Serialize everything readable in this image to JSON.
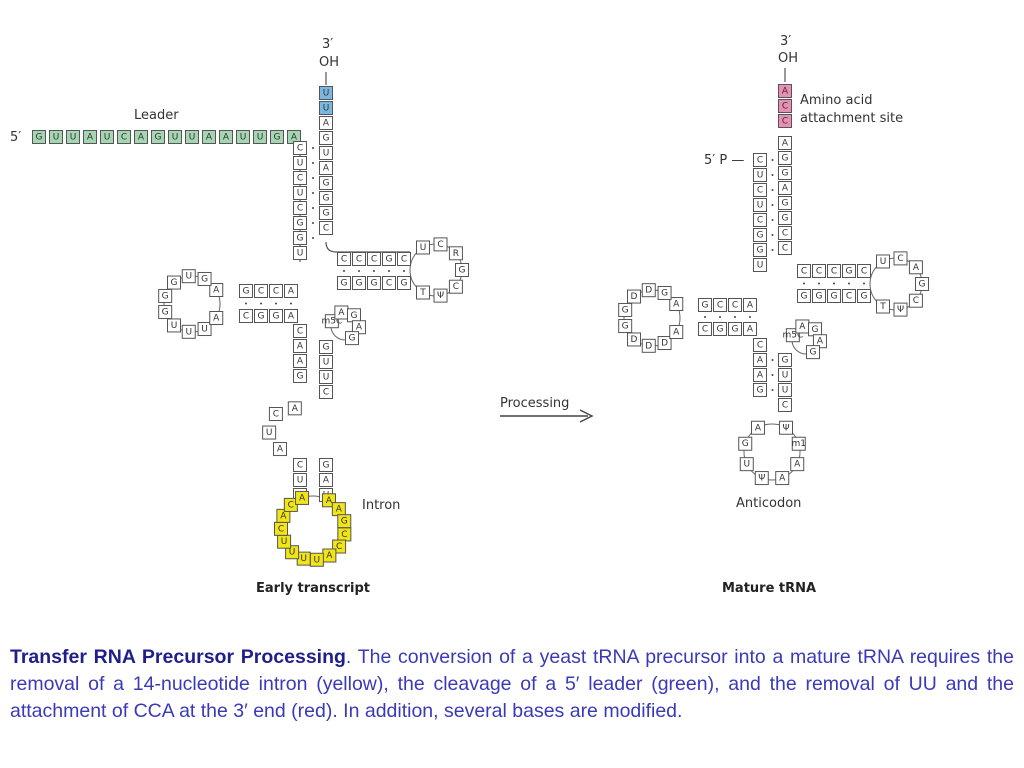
{
  "colors": {
    "leader": "#a5d6b2",
    "intron": "#f2e516",
    "uu": "#7ab8e3",
    "cca": "#e98fb3",
    "plain": "#ffffff",
    "caption_title": "#1f1f8c",
    "caption_body": "#3a3ab8"
  },
  "early": {
    "three_prime": "3′",
    "oh": "OH",
    "five_prime": "5′",
    "leader_label": "Leader",
    "intron_label": "Intron",
    "title": "Early transcript",
    "leader_seq": [
      "G",
      "U",
      "U",
      "A",
      "U",
      "C",
      "A",
      "G",
      "U",
      "U",
      "A",
      "A",
      "U",
      "U",
      "G",
      "A"
    ],
    "acceptor_3": [
      "U",
      "U",
      "A",
      "G",
      "U",
      "A",
      "G",
      "G",
      "G",
      "C"
    ],
    "acceptor_5": [
      "C",
      "U",
      "C",
      "U",
      "C",
      "G",
      "G",
      "U"
    ],
    "tpsi_stem_top": [
      "C",
      "C",
      "C",
      "G",
      "C"
    ],
    "tpsi_stem_bottom": [
      "G",
      "G",
      "G",
      "C",
      "G"
    ],
    "tpsi_loop": [
      "U",
      "C",
      "R",
      "G",
      "C",
      "Ψ",
      "T"
    ],
    "d_stem_top": [
      "A",
      "C",
      "C",
      "G"
    ],
    "d_stem_bottom": [
      "A",
      "G",
      "G",
      "C"
    ],
    "d_loop": [
      "A",
      "G",
      "U",
      "G",
      "G",
      "G",
      "U",
      "U",
      "U",
      "A"
    ],
    "variable": [
      "m5C",
      "A",
      "G",
      "A",
      "G"
    ],
    "ac_stem_left": [
      "C",
      "A",
      "A",
      "G"
    ],
    "ac_stem_right": [
      "G",
      "U",
      "U",
      "C"
    ],
    "ac_stem2_left": [
      "C",
      "U",
      "A"
    ],
    "ac_stem2_right": [
      "G",
      "A",
      "U"
    ],
    "ac_loop_white": [
      "A",
      "C",
      "U",
      "A"
    ],
    "intron_seq": [
      "A",
      "A",
      "G",
      "C",
      "C",
      "A",
      "U",
      "U",
      "U",
      "U",
      "C",
      "A",
      "C",
      "A"
    ]
  },
  "arrow_label": "Processing",
  "mature": {
    "three_prime": "3′",
    "oh": "OH",
    "five_prime_p": "5′ P —",
    "amino_label_1": "Amino acid",
    "amino_label_2": "attachment site",
    "anticodon_label": "Anticodon",
    "title": "Mature  tRNA",
    "cca": [
      "A",
      "C",
      "C"
    ],
    "acceptor_3": [
      "A",
      "G",
      "G",
      "A",
      "G",
      "G",
      "C",
      "C"
    ],
    "acceptor_5": [
      "C",
      "U",
      "C",
      "U",
      "C",
      "G",
      "G",
      "U"
    ],
    "tpsi_stem_top": [
      "C",
      "C",
      "C",
      "G",
      "C"
    ],
    "tpsi_stem_bottom": [
      "G",
      "G",
      "G",
      "C",
      "G"
    ],
    "tpsi_loop": [
      "U",
      "C",
      "A",
      "G",
      "C",
      "Ψ",
      "T"
    ],
    "d_stem_top": [
      "A",
      "C",
      "C",
      "G"
    ],
    "d_stem_bottom": [
      "A",
      "G",
      "G",
      "C"
    ],
    "d_loop": [
      "A",
      "G",
      "D",
      "D",
      "G",
      "G",
      "D",
      "D",
      "D",
      "A"
    ],
    "variable": [
      "m5C",
      "A",
      "G",
      "A",
      "G"
    ],
    "ac_stem_left": [
      "C",
      "A",
      "A",
      "G"
    ],
    "ac_stem_right": [
      "G",
      "U",
      "U",
      "C"
    ],
    "ac_loop": [
      "A",
      "G",
      "U",
      "Ψ",
      "A",
      "A",
      "m1",
      "Ψ"
    ]
  },
  "caption": {
    "title": "Transfer RNA Precursor Processing",
    "body": ". The conversion of a yeast tRNA precursor into a mature tRNA requires the removal of a 14-nucleotide intron (yellow), the cleavage of a 5′ leader (green), and the removal of UU and the attachment of CCA at the 3′ end (red). In addition, several bases are modified."
  }
}
